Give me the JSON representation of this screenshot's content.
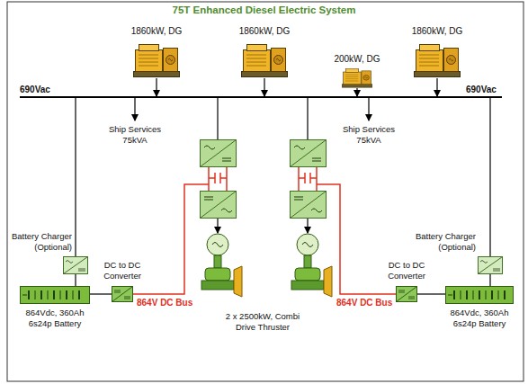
{
  "diagram": {
    "title": "75T Enhanced Diesel Electric System",
    "nodes": [
      {
        "text": [
          "1860kW, DG"
        ]
      },
      {
        "text": [
          "1860kW, DG"
        ]
      },
      {
        "text": [
          "200kW, DG"
        ]
      },
      {
        "text": [
          "1860kW, DG"
        ]
      },
      {
        "text": [
          "Battery Charger (Optional)"
        ]
      },
      {
        "text": [
          "Battery Charger (Optional)"
        ]
      },
      {
        "text": [
          "DC to DC Converter"
        ]
      },
      {
        "text": [
          "DC to DC Converter"
        ]
      },
      {
        "text": [
          "864Vdc, 360Ah 6s24p Battery"
        ]
      },
      {
        "text": [
          "864Vdc, 360Ah 6s24p Battery"
        ]
      }
    ],
    "edges": [
      {
        "from": 4,
        "to": 8,
        "arrow": "none"
      },
      {
        "from": 8,
        "to": 6,
        "arrow": "none"
      },
      {
        "from": 5,
        "to": 9,
        "arrow": "none"
      },
      {
        "from": 9,
        "to": 7,
        "arrow": "none"
      }
    ],
    "labels": [
      "690Vac",
      "690Vac",
      "Ship Services 75kVA",
      "Ship Services 75kVA",
      "864V DC Bus",
      "864V DC Bus",
      "2 x 2500kW, Combi Drive Thruster"
    ]
  }
}
